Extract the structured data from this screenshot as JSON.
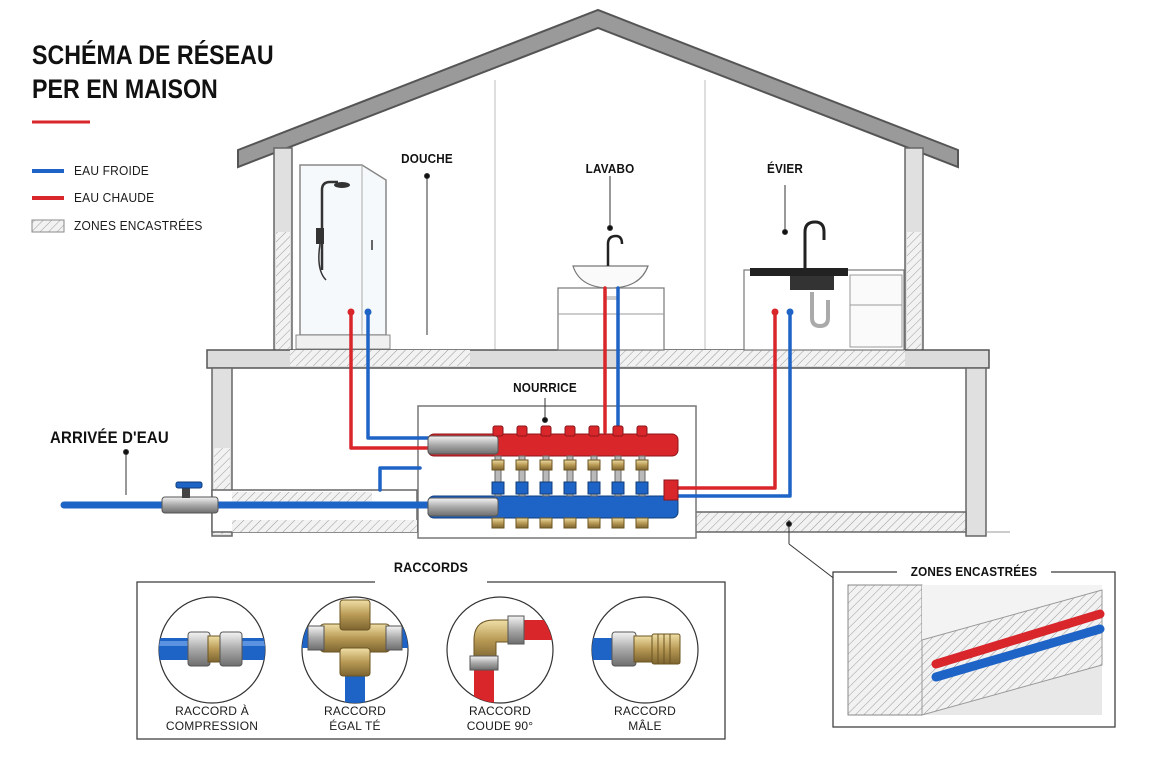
{
  "title": {
    "line1": "SCHÉMA DE RÉSEAU",
    "line2": "PER EN MAISON"
  },
  "legend": {
    "cold": {
      "label": "EAU FROIDE",
      "color": "#1e63c6"
    },
    "hot": {
      "label": "EAU CHAUDE",
      "color": "#d8262b"
    },
    "embedded": {
      "label": "ZONES ENCASTRÉES"
    }
  },
  "labels": {
    "shower": "DOUCHE",
    "basin": "LAVABO",
    "sink": "ÉVIER",
    "manifold": "NOURRICE",
    "water_inlet": "ARRIVÉE D'EAU",
    "fittings": "RACCORDS",
    "embedded_zones": "ZONES ENCASTRÉES"
  },
  "fittings": [
    {
      "line1": "RACCORD À",
      "line2": "COMPRESSION",
      "icon": "compression-fitting-icon"
    },
    {
      "line1": "RACCORD",
      "line2": "ÉGAL TÉ",
      "icon": "tee-fitting-icon"
    },
    {
      "line1": "RACCORD",
      "line2": "COUDE 90°",
      "icon": "elbow-fitting-icon"
    },
    {
      "line1": "RACCORD",
      "line2": "MÂLE",
      "icon": "male-fitting-icon"
    }
  ],
  "colors": {
    "cold_pipe": "#1e63c6",
    "hot_pipe": "#d8262b",
    "wall": "#bdbdbd",
    "roof": "#8a8a8a"
  }
}
